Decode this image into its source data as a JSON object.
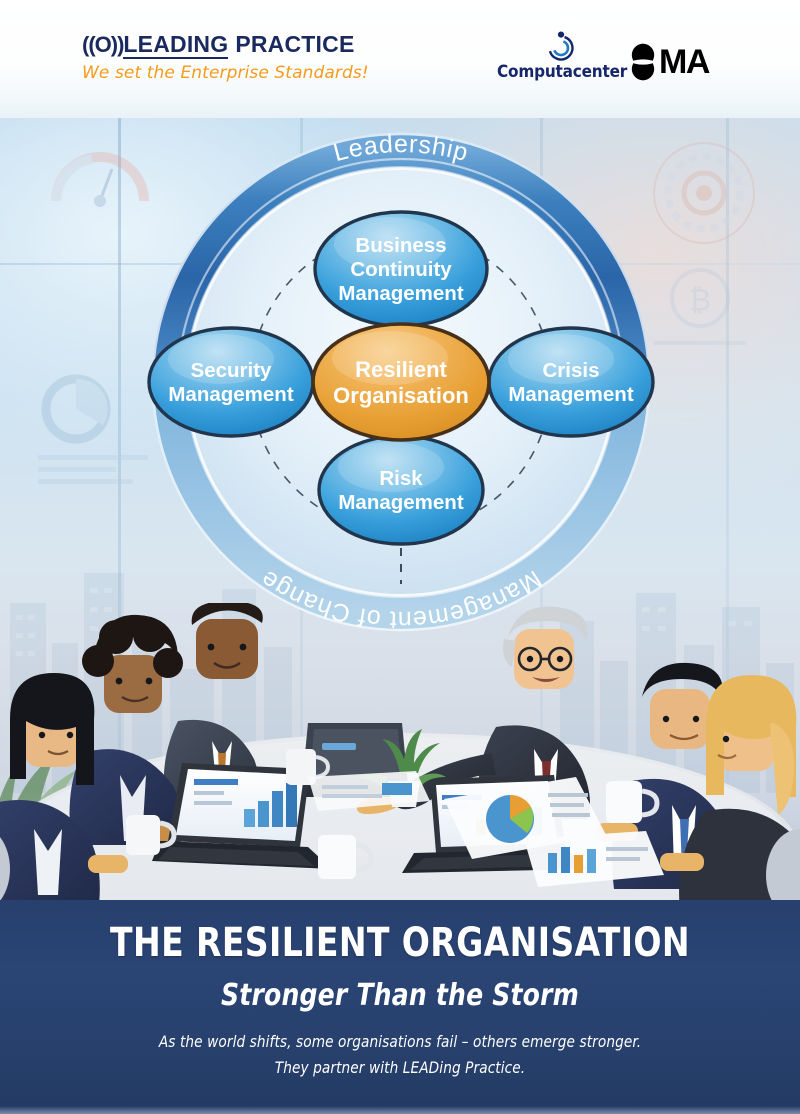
{
  "header": {
    "leading_practice": {
      "mark": "((O))",
      "word1": "LEADING",
      "word2": "PRACTICE",
      "tagline": "We set the Enterprise Standards!",
      "mark_color": "#1b2a5e",
      "text_color": "#1b2a5e",
      "tagline_color": "#f59b1c"
    },
    "computacenter": {
      "name": "Computacenter",
      "icon": "computacenter-c-mark-icon",
      "color": "#15266b",
      "accent": "#1f7ac4"
    },
    "ma": {
      "name": "MA",
      "icon": "ma-double-circle-icon",
      "color": "#000000"
    }
  },
  "diagram": {
    "outer_ring_top_label": "Leadership",
    "outer_ring_bottom_label": "Management of Change",
    "center": {
      "line1": "Resilient",
      "line2": "Organisation",
      "color": "#eda93f"
    },
    "nodes": [
      {
        "id": "business-continuity-management",
        "lines": [
          "Business",
          "Continuity",
          "Management"
        ],
        "position": "top",
        "color": "#3ea1dd"
      },
      {
        "id": "security-management",
        "lines": [
          "Security",
          "Management"
        ],
        "position": "left",
        "color": "#3ea1dd"
      },
      {
        "id": "crisis-management",
        "lines": [
          "Crisis",
          "Management"
        ],
        "position": "right",
        "color": "#3ea1dd"
      },
      {
        "id": "risk-management",
        "lines": [
          "Risk",
          "Management"
        ],
        "position": "bottom",
        "color": "#3ea1dd"
      }
    ],
    "ring_color_top": "#2f6bb0",
    "ring_color_bottom": "#7fb4dd",
    "inner_disc_color": "#dcecf8"
  },
  "banner": {
    "title": "THE RESILIENT ORGANISATION",
    "subtitle": "Stronger Than the Storm",
    "body_line1": "As the world shifts, some organisations fail – others emerge stronger.",
    "body_line2": "They partner with LEADing Practice.",
    "background": "#27406e"
  },
  "scene": {
    "description_alt": "Lego-style figures in a boardroom meeting with laptops, charts, coffee mugs and a potted plant",
    "figures": [
      {
        "id": "figure-1-dark-hair-woman",
        "seat": "front-left"
      },
      {
        "id": "figure-2-curly-hair-woman",
        "seat": "left"
      },
      {
        "id": "figure-3-man-brown-tie",
        "seat": "back-left"
      },
      {
        "id": "figure-4-grey-hair-man-glasses",
        "seat": "back-right"
      },
      {
        "id": "figure-5-dark-hair-man-blue-tie",
        "seat": "right"
      },
      {
        "id": "figure-6-blonde-woman",
        "seat": "front-right"
      }
    ]
  }
}
